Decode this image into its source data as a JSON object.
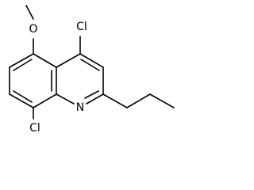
{
  "molecule": {
    "labels": {
      "methoxy_oxygen": "O",
      "chloro_top": "Cl",
      "chloro_bottom": "Cl",
      "ring_nitrogen": "N"
    },
    "colors": {
      "bond": "#000000",
      "text": "#000000",
      "background": "#ffffff"
    }
  }
}
